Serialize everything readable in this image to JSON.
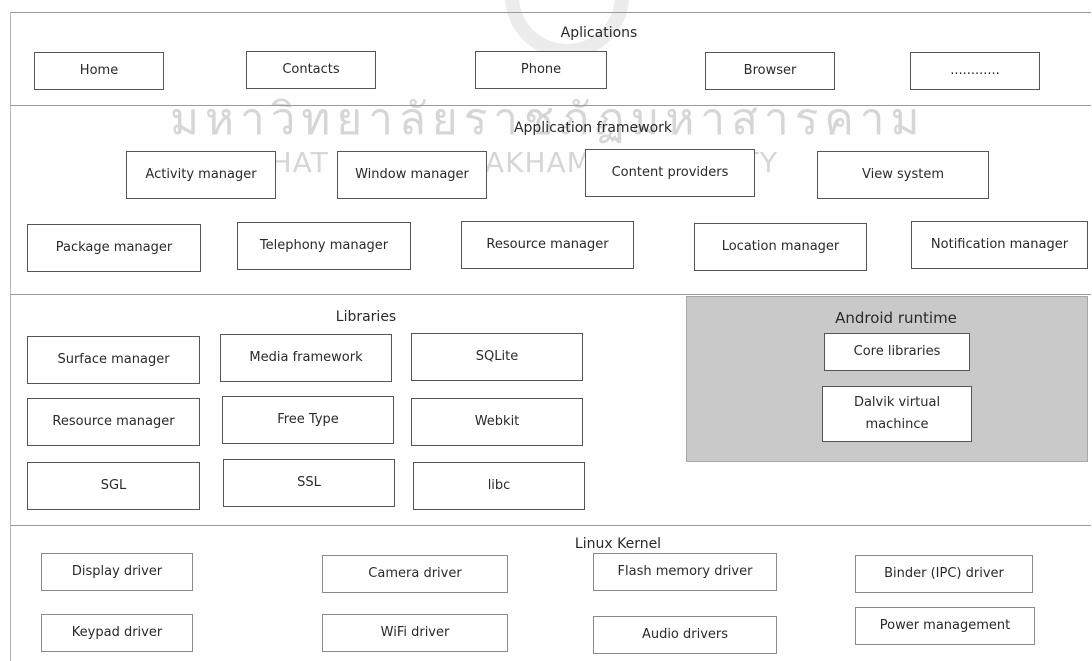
{
  "watermark": {
    "thai_text": "มหาวิทยาลัยราชภัฏมหาสารคาม",
    "english_text": "RAJABHAT MAHASARAKHAM UNIVERSITY"
  },
  "applications": {
    "title": "Aplications",
    "items": [
      "Home",
      "Contacts",
      "Phone",
      "Browser",
      "............"
    ]
  },
  "framework": {
    "title": "Application framework",
    "row1": [
      "Activity manager",
      "Window manager",
      "Content providers",
      "View system"
    ],
    "row2": [
      "Package manager",
      "Telephony manager",
      "Resource manager",
      "Location manager",
      "Notification manager"
    ]
  },
  "libraries": {
    "title": "Libraries",
    "items": [
      "Surface manager",
      "Media framework",
      "SQLite",
      "Resource manager",
      "Free Type",
      "Webkit",
      "SGL",
      "SSL",
      "libc"
    ]
  },
  "runtime": {
    "title": "Android runtime",
    "core": "Core libraries",
    "dalvik_line1": "Dalvik virtual",
    "dalvik_line2": "machince"
  },
  "kernel": {
    "title": "Linux Kernel",
    "items": [
      "Display driver",
      "Camera driver",
      "Flash memory driver",
      "Binder (IPC) driver",
      "Keypad driver",
      "WiFi driver",
      "Audio drivers",
      "Power management"
    ]
  },
  "colors": {
    "runtime_panel": "#c9c9c9",
    "watermark": "#d6d6d6"
  }
}
